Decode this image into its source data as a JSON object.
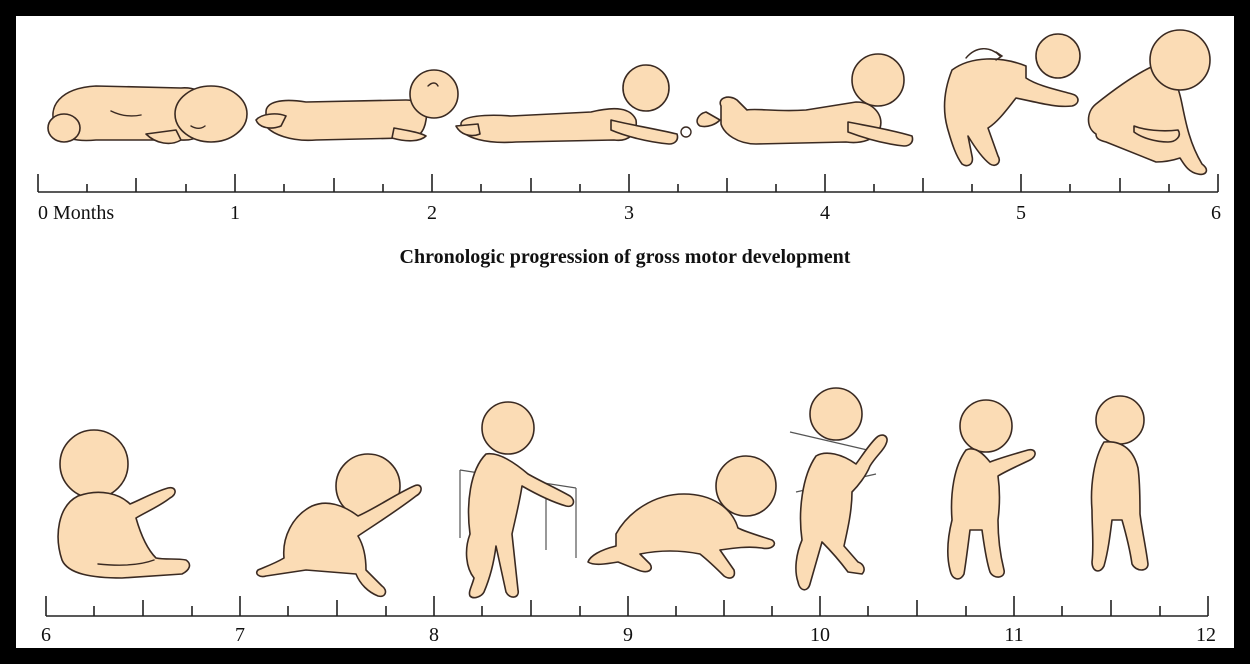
{
  "caption": "Chronologic progression of gross motor development",
  "colors": {
    "skin": "#fbdcb5",
    "outline": "#3a2a22",
    "frame": "#000000",
    "background": "#ffffff"
  },
  "timeline_top": {
    "labels": [
      "0 Months",
      "1",
      "2",
      "3",
      "4",
      "5",
      "6"
    ],
    "stages": [
      "curled-prone",
      "prone-head-lift",
      "prone-chest-up",
      "prone-forearm-support",
      "rolling-over",
      "sitting-supported"
    ]
  },
  "timeline_bottom": {
    "labels": [
      "6",
      "7",
      "8",
      "9",
      "10",
      "11",
      "12"
    ],
    "stages": [
      "sitting-reaching",
      "kneeling-crawl",
      "pull-to-stand",
      "crawling",
      "cruising",
      "standing-alone",
      "walking"
    ]
  }
}
